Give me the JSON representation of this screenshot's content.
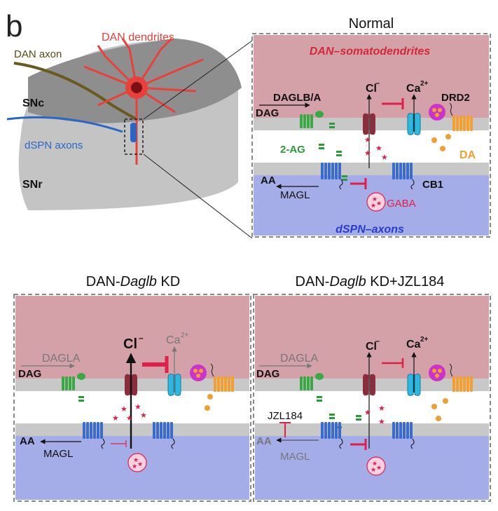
{
  "panel_letter": "b",
  "anatomy": {
    "dan_axon": "DAN axon",
    "dan_dendrites": "DAN dendrites",
    "snc": "SNc",
    "snr": "SNr",
    "dspn_axons": "dSPN axons"
  },
  "panels": {
    "normal": {
      "title": "Normal",
      "top_region": "DAN–somatodendrites",
      "bottom_region": "dSPN–axons",
      "daglb_dagla": "DAGLB/A",
      "dag": "DAG",
      "cl": "Cl",
      "ca": "Ca",
      "drd2": "DRD2",
      "two_ag": "2-AG",
      "da": "DA",
      "aa": "AA",
      "magl": "MAGL",
      "cb1": "CB1",
      "gaba": "GABA"
    },
    "kd": {
      "title_prefix": "DAN-",
      "title_italic": "Daglb",
      "title_suffix": " KD",
      "dagla": "DAGLA",
      "dag": "DAG",
      "cl": "Cl",
      "ca": "Ca",
      "aa": "AA",
      "magl": "MAGL"
    },
    "kd_jzl": {
      "title_prefix": "DAN-",
      "title_italic": "Daglb",
      "title_suffix": " KD+JZL184",
      "dagla": "DAGLA",
      "dag": "DAG",
      "cl": "Cl",
      "ca": "Ca",
      "jzl": "JZL184",
      "aa": "AA",
      "magl": "MAGL"
    }
  },
  "colors": {
    "dan_red": "#e8403a",
    "top_bg": "#d4a1a8",
    "bottom_bg": "#a5ade8",
    "membrane": "#c8c8c8",
    "inhibit": "#e0204a",
    "green": "#2a9a3a",
    "dspn_blue": "#3a6ccf",
    "da_orange": "#f0a030"
  }
}
